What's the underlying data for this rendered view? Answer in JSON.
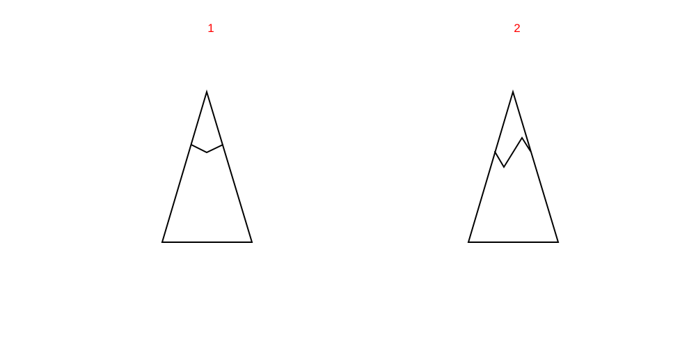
{
  "panels": [
    {
      "label": "1",
      "snow_cap_style": "shallow-v"
    },
    {
      "label": "2",
      "snow_cap_style": "jagged-zigzag"
    }
  ],
  "colors": {
    "label": "#ff0000",
    "outline": "#000000",
    "background": "#ffffff"
  }
}
